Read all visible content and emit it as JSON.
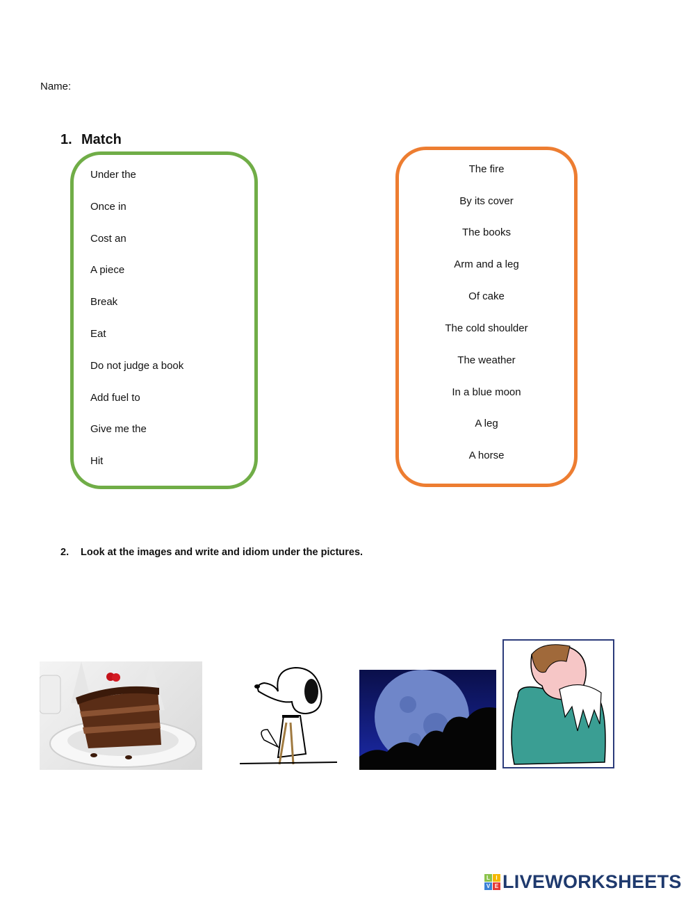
{
  "header": {
    "name_label": "Name:"
  },
  "section1": {
    "number": "1.",
    "title": "Match",
    "left_items": [
      "Under the",
      "Once in",
      "Cost an",
      "A piece",
      "Break",
      "Eat",
      "Do not judge a book",
      "Add fuel to",
      "Give me the",
      "Hit"
    ],
    "right_items": [
      "The fire",
      "By its cover",
      "The books",
      "Arm and a leg",
      "Of cake",
      "The cold shoulder",
      "The weather",
      "In a blue moon",
      "A leg",
      "A horse"
    ],
    "colors": {
      "left_border": "#70ad47",
      "right_border": "#ed7d31"
    }
  },
  "section2": {
    "number": "2.",
    "title": "Look at the images and write and idiom under the pictures.",
    "images": [
      {
        "icon": "chocolate-cake-slice-image"
      },
      {
        "icon": "snoopy-with-crutches-image"
      },
      {
        "icon": "blue-moon-night-image"
      },
      {
        "icon": "man-cold-shoulder-image"
      }
    ]
  },
  "footer": {
    "logo_letters": [
      "L",
      "I",
      "V",
      "E"
    ],
    "logo_text": "LIVEWORKSHEETS",
    "logo_color": "#1f3a6e"
  }
}
